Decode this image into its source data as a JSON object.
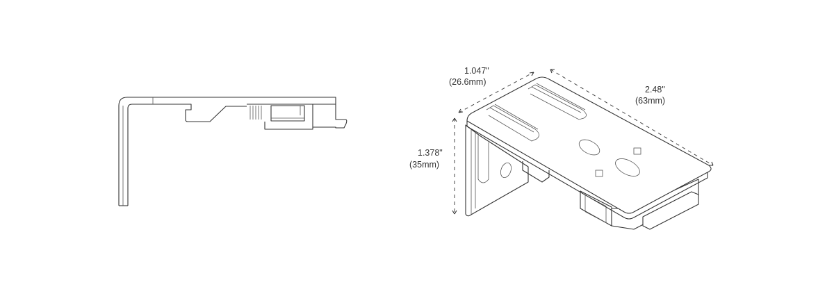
{
  "dimensions": {
    "width": {
      "inches": "1.047\"",
      "mm": "(26.6mm)"
    },
    "length": {
      "inches": "2.48\"",
      "mm": "(63mm)"
    },
    "height": {
      "inches": "1.378\"",
      "mm": "(35mm)"
    }
  },
  "colors": {
    "line": "#333333",
    "background": "#ffffff"
  }
}
